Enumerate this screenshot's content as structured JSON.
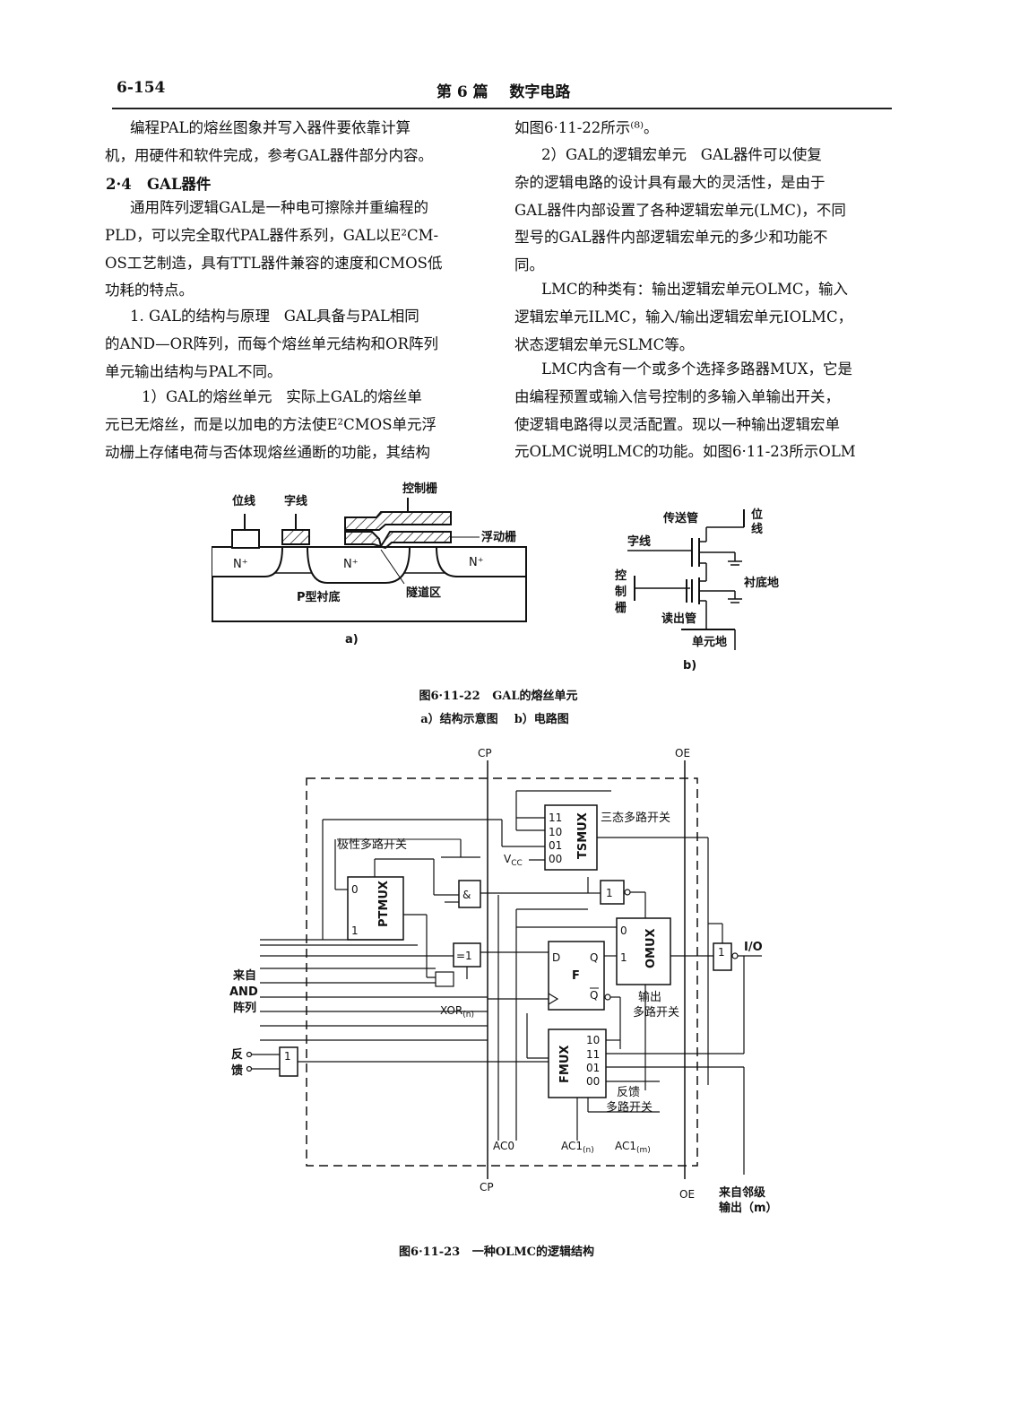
{
  "header": {
    "page_number": "6-154",
    "section_title": "第 6 篇    数字电路"
  },
  "left_col": {
    "p1_lines": [
      "编程PAL的熔丝图象并写入器件要依靠计算",
      "机，用硬件和软件完成，参考GAL器件部分内容。"
    ],
    "heading": "2·4   GAL器件",
    "p2_lines": [
      "通用阵列逻辑GAL是一种电可擦除并重编程的",
      "PLD，可以完全取代PAL器件系列，GAL以E²CM-",
      "OS工艺制造，具有TTL器件兼容的速度和CMOS低",
      "功耗的特点。"
    ],
    "p3_lines": [
      "1. GAL的结构与原理   GAL具备与PAL相同",
      "的AND—OR阵列，而每个熔丝单元结构和OR阵列",
      "单元输出结构与PAL不同。"
    ],
    "p4_lines": [
      "1）GAL的熔丝单元   实际上GAL的熔丝单",
      "元已无熔丝，而是以加电的方法使E²CMOS单元浮",
      "动栅上存储电荷与否体现熔丝通断的功能，其结构"
    ]
  },
  "right_col": {
    "p1_lines": [
      "如图6·11-22所示⁽⁸⁾。"
    ],
    "p2_lines": [
      "2）GAL的逻辑宏单元   GAL器件可以使复",
      "杂的逻辑电路的设计具有最大的灵活性，是由于",
      "GAL器件内部设置了各种逻辑宏单元(LMC)，不同",
      "型号的GAL器件内部逻辑宏单元的多少和功能不",
      "同。"
    ],
    "p3_lines": [
      "LMC的种类有：输出逻辑宏单元OLMC，输入",
      "逻辑宏单元ILMC，输入/输出逻辑宏单元IOLMC，",
      "状态逻辑宏单元SLMC等。"
    ],
    "p4_lines": [
      "LMC内含有一个或多个选择多路器MUX，它是",
      "由编程预置或输入信号控制的多输入单输出开关，",
      "使逻辑电路得以灵活配置。现以一种输出逻辑宏单",
      "元OLMC说明LMC的功能。如图6·11-23所示OLM"
    ]
  },
  "fig22": {
    "a": {
      "bit_line": "位线",
      "word_line": "字线",
      "control_gate": "控制栅",
      "floating_gate": "浮动栅",
      "n_plus": "N⁺",
      "substrate": "P型衬底",
      "tunnel": "隧道区",
      "sub_label": "a)"
    },
    "b": {
      "transfer": "传送管",
      "bit_line": "位\n线",
      "word_line": "字线",
      "control_gate": "控\n制\n栅",
      "substrate_gnd": "衬底地",
      "read_tube": "读出管",
      "cell_gnd": "单元地",
      "sub_label": "b)"
    },
    "caption": "图6·11-22   GAL的熔丝单元",
    "subcaption": "a）结构示意图    b）电路图"
  },
  "fig23": {
    "cp": "CP",
    "oe": "OE",
    "tsmux": "TSMUX",
    "tsmux_label": "三态多路开关",
    "tsmux_inputs": [
      "11",
      "10",
      "01",
      "00"
    ],
    "vcc": "V",
    "vcc_sub": "CC",
    "polarity_label": "极性多路开关",
    "ptmux": "PTMUX",
    "ptmux_inputs": [
      "0",
      "1"
    ],
    "and_gate": "&",
    "xor_gate": "=1",
    "buf_gate": "1",
    "xor_label": "XOR",
    "xor_sub": "(n)",
    "ff": "F",
    "ff_d": "D",
    "ff_q": "Q",
    "ff_qn": "Q",
    "omux": "OMUX",
    "omux_inputs": [
      "0",
      "1"
    ],
    "output_switch": "输出\n多路开关",
    "fmux": "FMUX",
    "fmux_inputs": [
      "10",
      "11",
      "01",
      "00"
    ],
    "feedback_switch": "反馈\n多路开关",
    "io": "I/O",
    "from_and": "来自\nAND\n阵列",
    "feedback": "反\n馈",
    "ac0": "AC0",
    "ac1n": "AC1",
    "ac1n_sub": "(n)",
    "ac1m": "AC1",
    "ac1m_sub": "(m)",
    "neighbor": "来自邻级\n输出（m）",
    "caption": "图6·11-23   一种OLMC的逻辑结构"
  }
}
